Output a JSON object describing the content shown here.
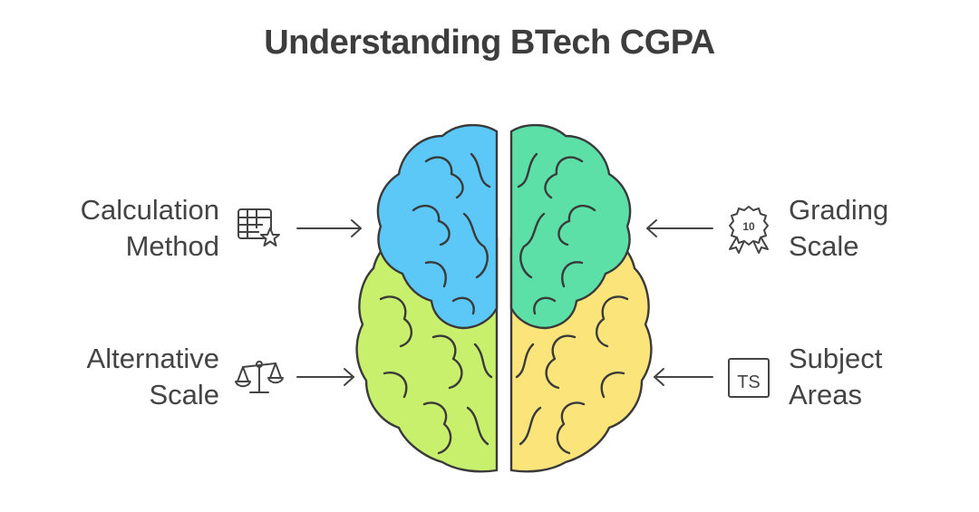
{
  "title": "Understanding BTech CGPA",
  "colors": {
    "blue": "#5cc8f7",
    "teal": "#5ce0a8",
    "green": "#c8f06c",
    "yellow": "#fbe57a",
    "outline": "#3a3a3a",
    "text": "#444444"
  },
  "nodes": {
    "calculation_method": {
      "line1": "Calculation",
      "line2": "Method",
      "icon": "spreadsheet-star-icon"
    },
    "alternative_scale": {
      "line1": "Alternative",
      "line2": "Scale",
      "icon": "balance-scale-icon"
    },
    "grading_scale": {
      "line1": "Grading",
      "line2": "Scale",
      "icon": "award-badge-icon",
      "badge_text": "10"
    },
    "subject_areas": {
      "line1": "Subject",
      "line2": "Areas",
      "icon": "typescript-icon",
      "badge_text": "TS"
    }
  }
}
